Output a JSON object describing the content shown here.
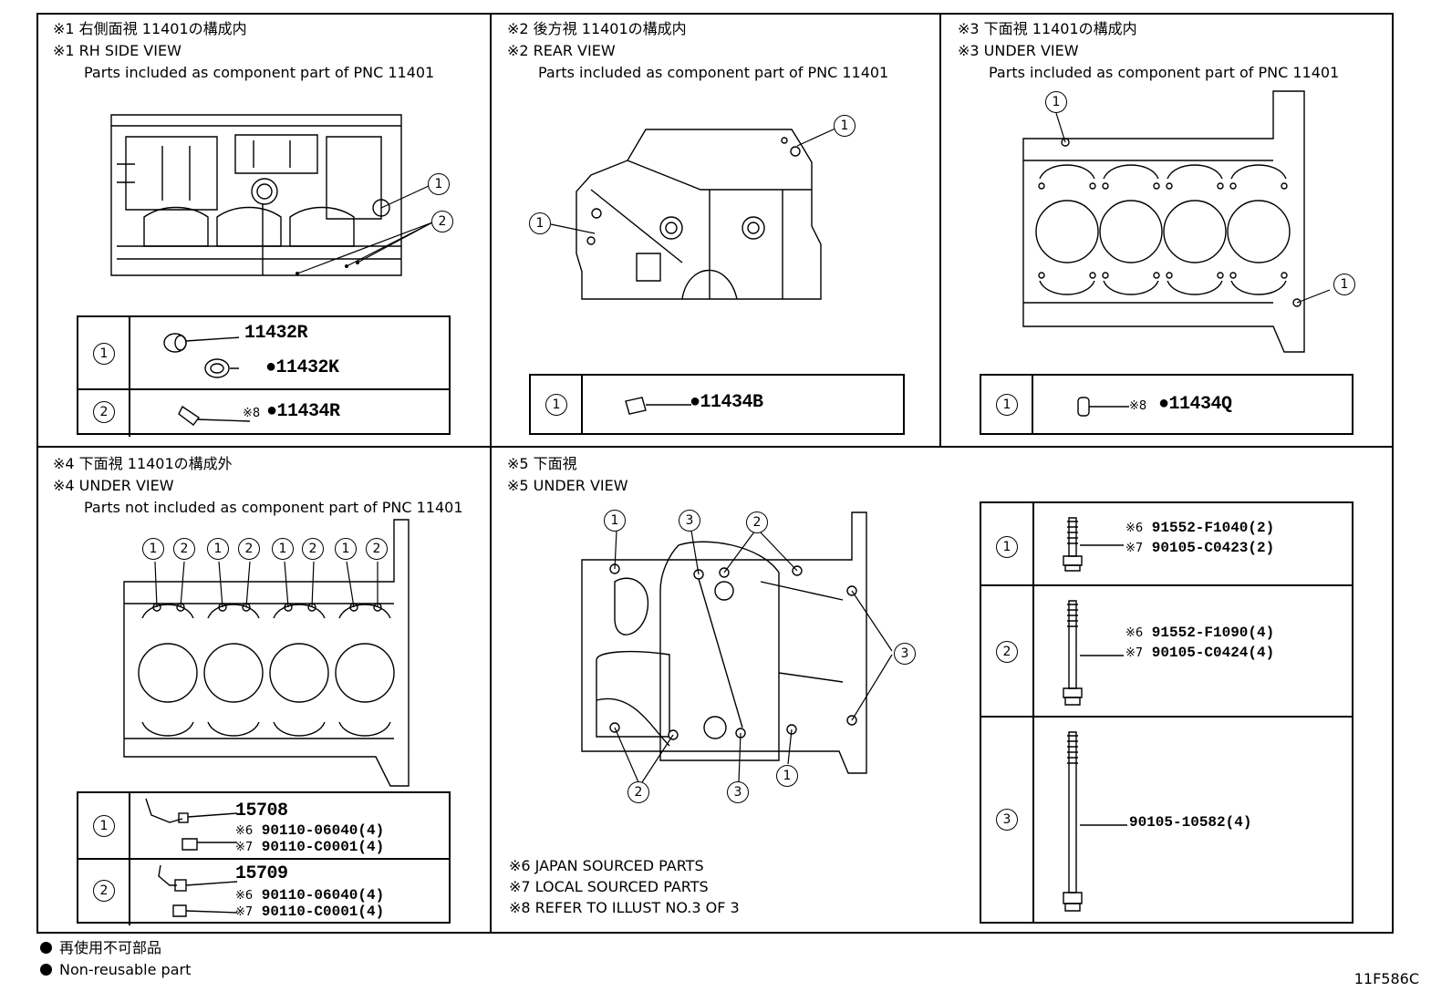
{
  "panels": {
    "p1": {
      "title_jp": "※1 右側面視 11401の構成内",
      "title_en": "※1 RH SIDE VIEW",
      "subtitle": "Parts included as component part of PNC 11401",
      "callouts": [
        "1",
        "2"
      ],
      "table": [
        {
          "id": "1",
          "parts": [
            "11432R",
            "●11432K"
          ]
        },
        {
          "id": "2",
          "mark": "※8",
          "part": "●11434R"
        }
      ]
    },
    "p2": {
      "title_jp": "※2 後方視 11401の構成内",
      "title_en": "※2 REAR VIEW",
      "subtitle": "Parts included as component part of PNC 11401",
      "callouts": [
        "1",
        "1"
      ],
      "table": [
        {
          "id": "1",
          "part": "●11434B"
        }
      ]
    },
    "p3": {
      "title_jp": "※3 下面視 11401の構成内",
      "title_en": "※3 UNDER VIEW",
      "subtitle": "Parts included as component part of PNC 11401",
      "callouts": [
        "1",
        "1"
      ],
      "table": [
        {
          "id": "1",
          "mark": "※8",
          "part": "●11434Q"
        }
      ]
    },
    "p4": {
      "title_jp": "※4 下面視 11401の構成外",
      "title_en": "※4 UNDER VIEW",
      "subtitle": "Parts not included as component part of PNC 11401",
      "callouts": [
        "1",
        "2",
        "1",
        "2",
        "1",
        "2",
        "1",
        "2"
      ],
      "table": [
        {
          "id": "1",
          "part": "15708",
          "lines": [
            {
              "mark": "※6",
              "part": "90110-06040(4)"
            },
            {
              "mark": "※7",
              "part": "90110-C0001(4)"
            }
          ]
        },
        {
          "id": "2",
          "part": "15709",
          "lines": [
            {
              "mark": "※6",
              "part": "90110-06040(4)"
            },
            {
              "mark": "※7",
              "part": "90110-C0001(4)"
            }
          ]
        }
      ]
    },
    "p5": {
      "title_jp": "※5 下面視",
      "title_en": "※5 UNDER VIEW",
      "callouts": [
        "1",
        "3",
        "2",
        "3",
        "2",
        "3",
        "1"
      ],
      "notes": [
        "※6 JAPAN SOURCED PARTS",
        "※7 LOCAL SOURCED PARTS",
        "※8 REFER TO ILLUST NO.3 OF 3"
      ],
      "table": [
        {
          "id": "1",
          "lines": [
            {
              "mark": "※6",
              "part": "91552-F1040(2)"
            },
            {
              "mark": "※7",
              "part": "90105-C0423(2)"
            }
          ]
        },
        {
          "id": "2",
          "lines": [
            {
              "mark": "※6",
              "part": "91552-F1090(4)"
            },
            {
              "mark": "※7",
              "part": "90105-C0424(4)"
            }
          ]
        },
        {
          "id": "3",
          "part": "90105-10582(4)"
        }
      ]
    }
  },
  "legend": {
    "jp": "再使用不可部品",
    "en": "Non-reusable part"
  },
  "illustration_code": "11F586C"
}
